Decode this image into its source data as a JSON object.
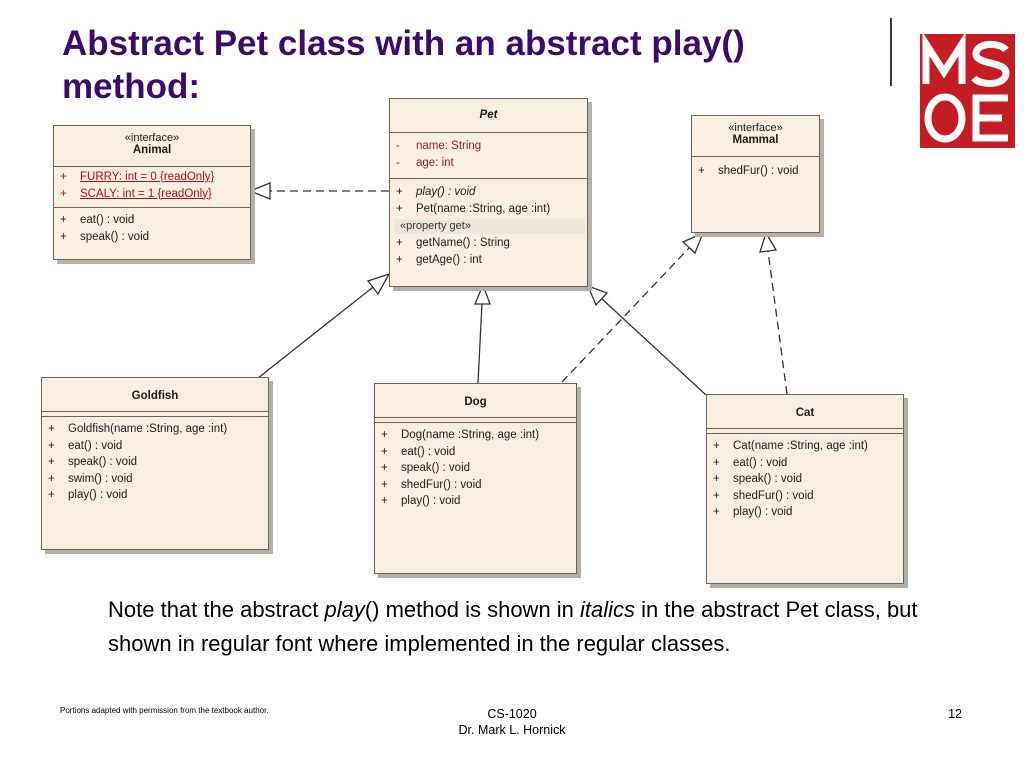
{
  "slide": {
    "title": "Abstract Pet class with an abstract play() method:",
    "logo_text": "MSOE",
    "note": {
      "part1": "Note that the abstract ",
      "part2": "play",
      "part3": "() method is shown in ",
      "part4": "italics",
      "part5": " in the abstract Pet class, but shown in regular font where implemented in the regular classes."
    },
    "footer_left": "Portions adapted with permission from the textbook author.",
    "footer_center_line1": "CS-1020",
    "footer_center_line2": "Dr. Mark L. Hornick",
    "page_number": "12"
  },
  "colors": {
    "title": "#3d0c6a",
    "class_fill": "#f8efe0",
    "class_border": "#6d6458",
    "logo": "#c41d24",
    "constant_text": "#b01010"
  },
  "diagram": {
    "pet": {
      "name": "Pet",
      "attributes": [
        {
          "vis": "-",
          "text": "name:  String"
        },
        {
          "vis": "-",
          "text": "age:  int"
        }
      ],
      "operations": [
        {
          "vis": "+",
          "text": "play() : void"
        },
        {
          "vis": "+",
          "text": "Pet(name :String, age :int)"
        }
      ],
      "property_group": "«property get»",
      "getters": [
        {
          "vis": "+",
          "text": "getName() : String"
        },
        {
          "vis": "+",
          "text": "getAge() : int"
        }
      ]
    },
    "animal": {
      "stereotype": "«interface»",
      "name": "Animal",
      "attributes": [
        {
          "vis": "+",
          "text": "FURRY:  int = 0 {readOnly}"
        },
        {
          "vis": "+",
          "text": "SCALY:  int = 1 {readOnly}"
        }
      ],
      "operations": [
        {
          "vis": "+",
          "text": "eat() : void"
        },
        {
          "vis": "+",
          "text": "speak() : void"
        }
      ]
    },
    "mammal": {
      "stereotype": "«interface»",
      "name": "Mammal",
      "operations": [
        {
          "vis": "+",
          "text": "shedFur() : void"
        }
      ]
    },
    "goldfish": {
      "name": "Goldfish",
      "operations": [
        {
          "vis": "+",
          "text": "Goldfish(name :String, age :int)"
        },
        {
          "vis": "+",
          "text": "eat() : void"
        },
        {
          "vis": "+",
          "text": "speak() : void"
        },
        {
          "vis": "+",
          "text": "swim() : void"
        },
        {
          "vis": "+",
          "text": "play() : void"
        }
      ]
    },
    "dog": {
      "name": "Dog",
      "operations": [
        {
          "vis": "+",
          "text": "Dog(name :String, age :int)"
        },
        {
          "vis": "+",
          "text": "eat() : void"
        },
        {
          "vis": "+",
          "text": "speak() : void"
        },
        {
          "vis": "+",
          "text": "shedFur() : void"
        },
        {
          "vis": "+",
          "text": "play() : void"
        }
      ]
    },
    "cat": {
      "name": "Cat",
      "operations": [
        {
          "vis": "+",
          "text": "Cat(name :String, age :int)"
        },
        {
          "vis": "+",
          "text": "eat() : void"
        },
        {
          "vis": "+",
          "text": "speak() : void"
        },
        {
          "vis": "+",
          "text": "shedFur() : void"
        },
        {
          "vis": "+",
          "text": "play() : void"
        }
      ]
    }
  }
}
